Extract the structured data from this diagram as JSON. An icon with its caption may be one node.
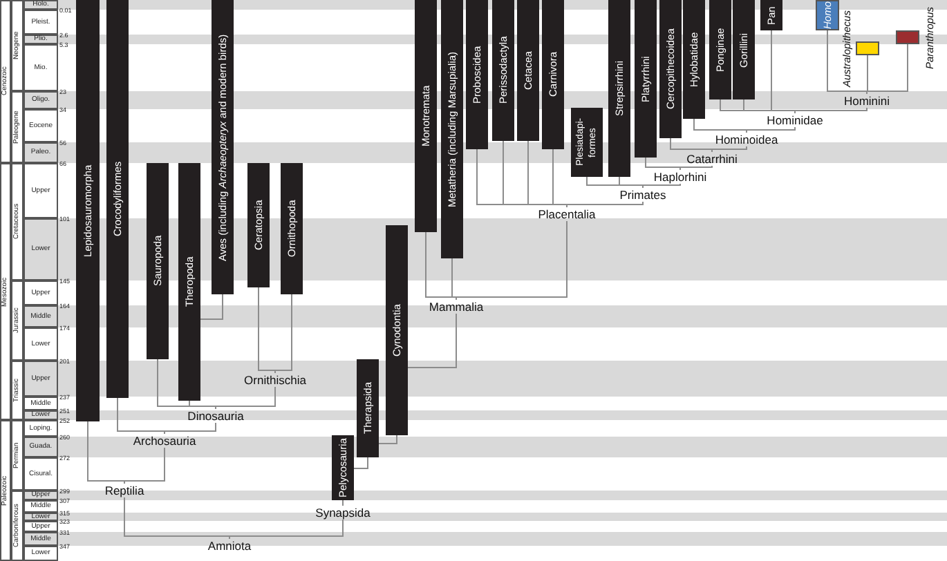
{
  "diagram": {
    "nodes": [
      {
        "text": [
          "Lepidosauromorpha"
        ]
      },
      {
        "text": [
          "Crocodyliformes"
        ]
      },
      {
        "text": [
          "Sauropoda"
        ]
      },
      {
        "text": [
          "Theropoda"
        ]
      },
      {
        "text": [
          "Aves (including *Archaeopteryx* and modern birds)"
        ]
      },
      {
        "text": [
          "Ceratopsia"
        ]
      },
      {
        "text": [
          "Ornithopoda"
        ]
      },
      {
        "text": [
          "Pelycosauria"
        ]
      },
      {
        "text": [
          "Therapsida"
        ]
      },
      {
        "text": [
          "Cynodontia"
        ]
      },
      {
        "text": [
          "Monotremata"
        ]
      },
      {
        "text": [
          "Metatheria (including Marsupialia)"
        ]
      },
      {
        "text": [
          "Proboscidea"
        ]
      },
      {
        "text": [
          "Perissodactyla"
        ]
      },
      {
        "text": [
          "Cetacea"
        ]
      },
      {
        "text": [
          "Carnivora"
        ]
      },
      {
        "text": [
          "Plesiadapi- formes"
        ]
      },
      {
        "text": [
          "Strepsirrhini"
        ]
      },
      {
        "text": [
          "Platyrrhini"
        ]
      },
      {
        "text": [
          "Cercopithecoidea"
        ]
      },
      {
        "text": [
          "Hylobatidae"
        ]
      },
      {
        "text": [
          "Ponginae"
        ]
      },
      {
        "text": [
          "Gorillini"
        ]
      },
      {
        "text": [
          "Pan"
        ]
      },
      {
        "text": [
          "Homo"
        ]
      },
      {
        "text": [],
        "shape": "box",
        "beside": [
          "Australopithecus"
        ]
      },
      {
        "text": [],
        "shape": "box",
        "beside": [
          "Paranthropus"
        ]
      },
      {
        "text": [
          "Hominini"
        ]
      },
      {
        "text": [
          "Hominidae"
        ]
      },
      {
        "text": [
          "Hominoidea"
        ]
      },
      {
        "text": [
          "Catarrhini"
        ]
      },
      {
        "text": [
          "Haplorhini"
        ]
      },
      {
        "text": [
          "Primates"
        ]
      },
      {
        "text": [
          "Placentalia"
        ]
      },
      {
        "text": [
          "Mammalia"
        ]
      },
      {
        "text": [
          "Ornithischia"
        ]
      },
      {
        "text": [
          "Dinosauria"
        ]
      },
      {
        "text": [
          "Archosauria"
        ]
      },
      {
        "text": [
          "Reptilia"
        ]
      },
      {
        "text": [
          "Synapsida"
        ]
      },
      {
        "text": [
          "Amniota"
        ]
      }
    ],
    "edges": [
      {
        "from": 38,
        "to": 0,
        "arrow": "none"
      },
      {
        "from": 38,
        "to": 37,
        "arrow": "none"
      },
      {
        "from": 37,
        "to": 1,
        "arrow": "none"
      },
      {
        "from": 37,
        "to": 36,
        "arrow": "none"
      },
      {
        "from": 36,
        "to": 2,
        "arrow": "none"
      },
      {
        "from": 36,
        "to": 3,
        "arrow": "none"
      },
      {
        "from": 36,
        "to": 35,
        "arrow": "none"
      },
      {
        "from": 3,
        "to": 4,
        "arrow": "none"
      },
      {
        "from": 35,
        "to": 5,
        "arrow": "none"
      },
      {
        "from": 35,
        "to": 6,
        "arrow": "none"
      },
      {
        "from": 40,
        "to": 38,
        "arrow": "none"
      },
      {
        "from": 40,
        "to": 39,
        "arrow": "none"
      },
      {
        "from": 39,
        "to": 7,
        "arrow": "none"
      },
      {
        "from": 7,
        "to": 8,
        "arrow": "none"
      },
      {
        "from": 8,
        "to": 9,
        "arrow": "none"
      },
      {
        "from": 9,
        "to": 34,
        "arrow": "none"
      },
      {
        "from": 34,
        "to": 10,
        "arrow": "none"
      },
      {
        "from": 34,
        "to": 11,
        "arrow": "none"
      },
      {
        "from": 34,
        "to": 33,
        "arrow": "none"
      },
      {
        "from": 33,
        "to": 12,
        "arrow": "none"
      },
      {
        "from": 33,
        "to": 13,
        "arrow": "none"
      },
      {
        "from": 33,
        "to": 14,
        "arrow": "none"
      },
      {
        "from": 33,
        "to": 15,
        "arrow": "none"
      },
      {
        "from": 33,
        "to": 32,
        "arrow": "none"
      },
      {
        "from": 32,
        "to": 16,
        "arrow": "none"
      },
      {
        "from": 32,
        "to": 17,
        "arrow": "none"
      },
      {
        "from": 32,
        "to": 31,
        "arrow": "none"
      },
      {
        "from": 31,
        "to": 18,
        "arrow": "none"
      },
      {
        "from": 31,
        "to": 30,
        "arrow": "none"
      },
      {
        "from": 30,
        "to": 19,
        "arrow": "none"
      },
      {
        "from": 30,
        "to": 29,
        "arrow": "none"
      },
      {
        "from": 29,
        "to": 20,
        "arrow": "none"
      },
      {
        "from": 29,
        "to": 28,
        "arrow": "none"
      },
      {
        "from": 28,
        "to": 21,
        "arrow": "none"
      },
      {
        "from": 28,
        "to": 22,
        "arrow": "none"
      },
      {
        "from": 28,
        "to": 23,
        "arrow": "none"
      },
      {
        "from": 28,
        "to": 27,
        "arrow": "none"
      },
      {
        "from": 27,
        "to": 24,
        "arrow": "none"
      },
      {
        "from": 27,
        "to": 25,
        "arrow": "none"
      },
      {
        "from": 27,
        "to": 26,
        "arrow": "none"
      }
    ],
    "labels": [
      "Cenozoic",
      "Mesozoic",
      "Paleozoic",
      "Neogene",
      "Paleogene",
      "Cretaceous",
      "Jurassic",
      "Triassic",
      "Permian",
      "Carboniferous",
      "Holo.",
      "Pleist.",
      "Plio.",
      "Mio.",
      "Oligo.",
      "Eocene",
      "Paleo.",
      "Upper",
      "Lower",
      "Upper",
      "Middle",
      "Lower",
      "Upper",
      "Middle",
      "Lower",
      "Loping.",
      "Guada.",
      "Cisural.",
      "Upper",
      "Middle",
      "Lower",
      "Upper",
      "Middle",
      "Lower",
      "0.01",
      "2.6",
      "5.3",
      "23",
      "34",
      "56",
      "66",
      "101",
      "145",
      "164",
      "174",
      "201",
      "237",
      "251",
      "252",
      "260",
      "272",
      "299",
      "307",
      "315",
      "323",
      "331",
      "347"
    ]
  }
}
